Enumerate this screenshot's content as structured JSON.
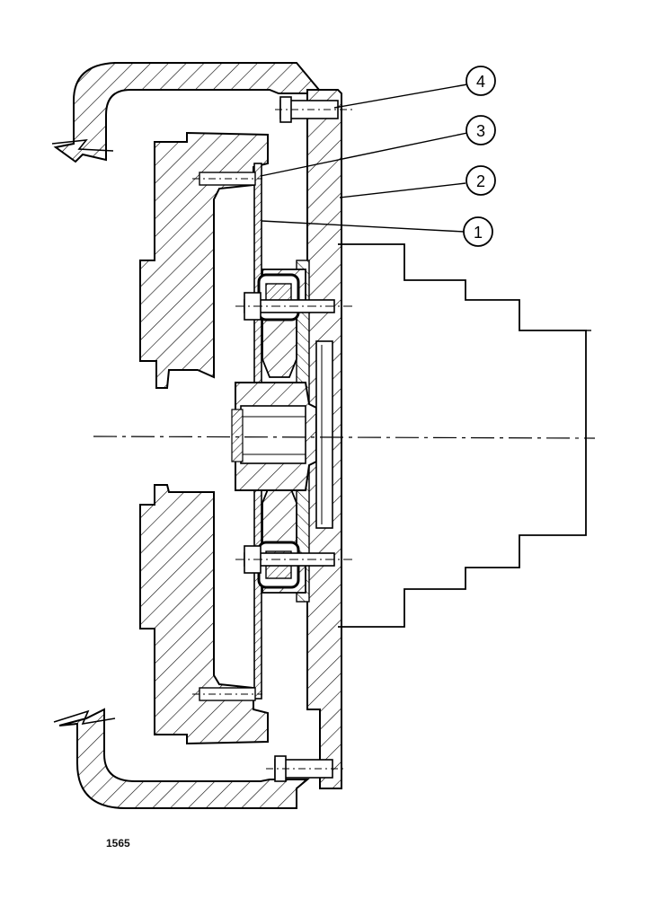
{
  "figure": {
    "number": "1565",
    "callouts": [
      {
        "id": "1",
        "label": "1"
      },
      {
        "id": "2",
        "label": "2"
      },
      {
        "id": "3",
        "label": "3"
      },
      {
        "id": "4",
        "label": "4"
      }
    ]
  },
  "colors": {
    "line": "#000000",
    "background": "#ffffff"
  }
}
